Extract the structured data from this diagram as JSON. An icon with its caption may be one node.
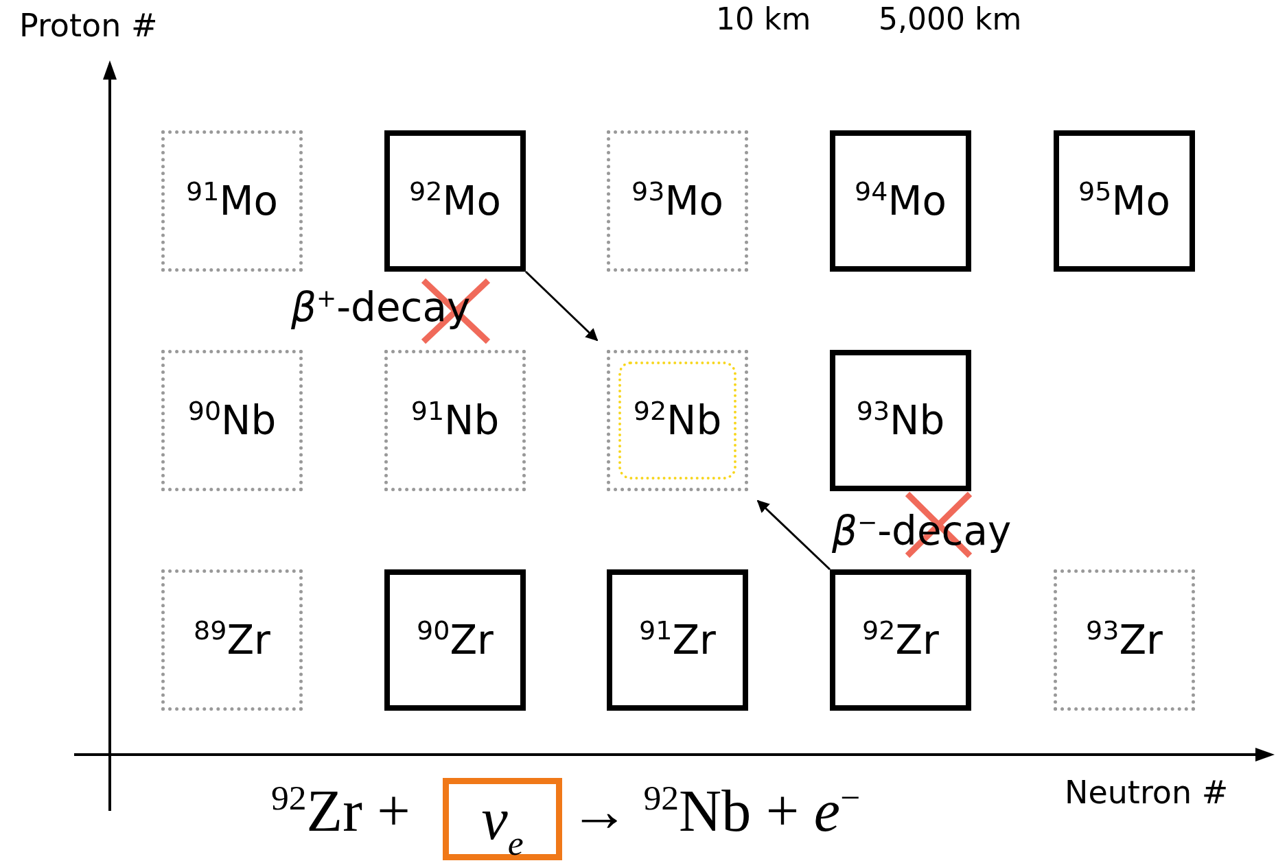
{
  "diagram": {
    "nodes": [
      {
        "text": [
          "$^{91}$Mo"
        ]
      },
      {
        "text": [
          "$^{92}$Mo"
        ]
      },
      {
        "text": [
          "$^{93}$Mo"
        ]
      },
      {
        "text": [
          "$^{94}$Mo"
        ]
      },
      {
        "text": [
          "$^{95}$Mo"
        ]
      },
      {
        "text": [
          "$^{90}$Nb"
        ]
      },
      {
        "text": [
          "$^{91}$Nb"
        ]
      },
      {
        "text": [],
        "shape": "box"
      },
      {
        "text": [
          "$^{92}$Nb"
        ],
        "in": 7
      },
      {
        "text": [
          "$^{93}$Nb"
        ]
      },
      {
        "text": [
          "$^{89}$Zr"
        ]
      },
      {
        "text": [
          "$^{90}$Zr"
        ]
      },
      {
        "text": [
          "$^{91}$Zr"
        ]
      },
      {
        "text": [
          "$^{92}$Zr"
        ]
      },
      {
        "text": [
          "$^{93}$Zr"
        ]
      },
      {
        "text": [
          "*ν*$_{e}$"
        ]
      }
    ],
    "edges": [
      {
        "from": 1,
        "to": 7,
        "arrow": "to",
        "label": "*β*$^{+}$-decay"
      },
      {
        "from": 13,
        "to": 7,
        "arrow": "to",
        "label": "*β*$^{−}$-decay"
      }
    ],
    "labels": [
      "10 km",
      "5,000 km",
      "Proton #",
      "Neutron #",
      "$^{92}$Zr +",
      "→ $^{92}$Nb + *e*$^{−}$"
    ]
  }
}
